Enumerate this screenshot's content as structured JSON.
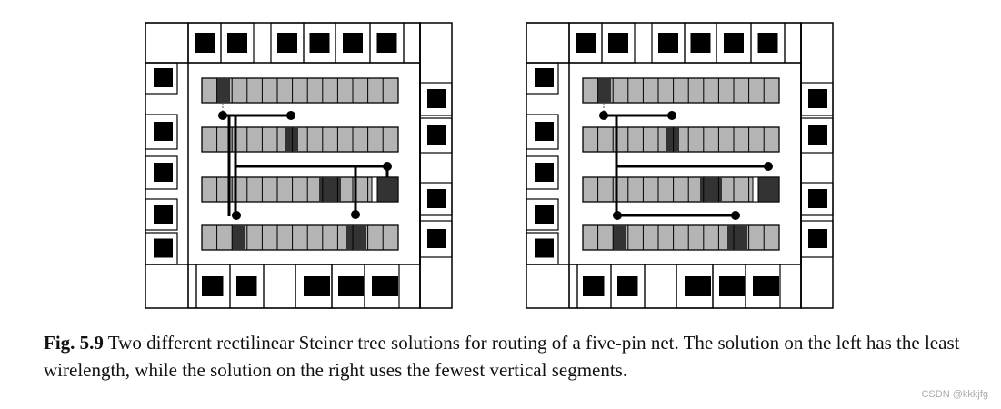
{
  "figure": {
    "panels": [
      {
        "id": "left"
      },
      {
        "id": "right"
      }
    ],
    "colors": {
      "cell_fill": "#b4b4b4",
      "pin_fill": "#333333",
      "pad_fill": "#000000",
      "wire": "#000000",
      "frame": "#000000"
    }
  },
  "caption": {
    "label": "Fig. 5.9",
    "text": " Two different rectilinear Steiner tree solutions for routing of a five-pin net. The solution on the left has the least wirelength, while the solution on the right uses the fewest vertical segments."
  },
  "watermark": "CSDN @kkkjfg"
}
